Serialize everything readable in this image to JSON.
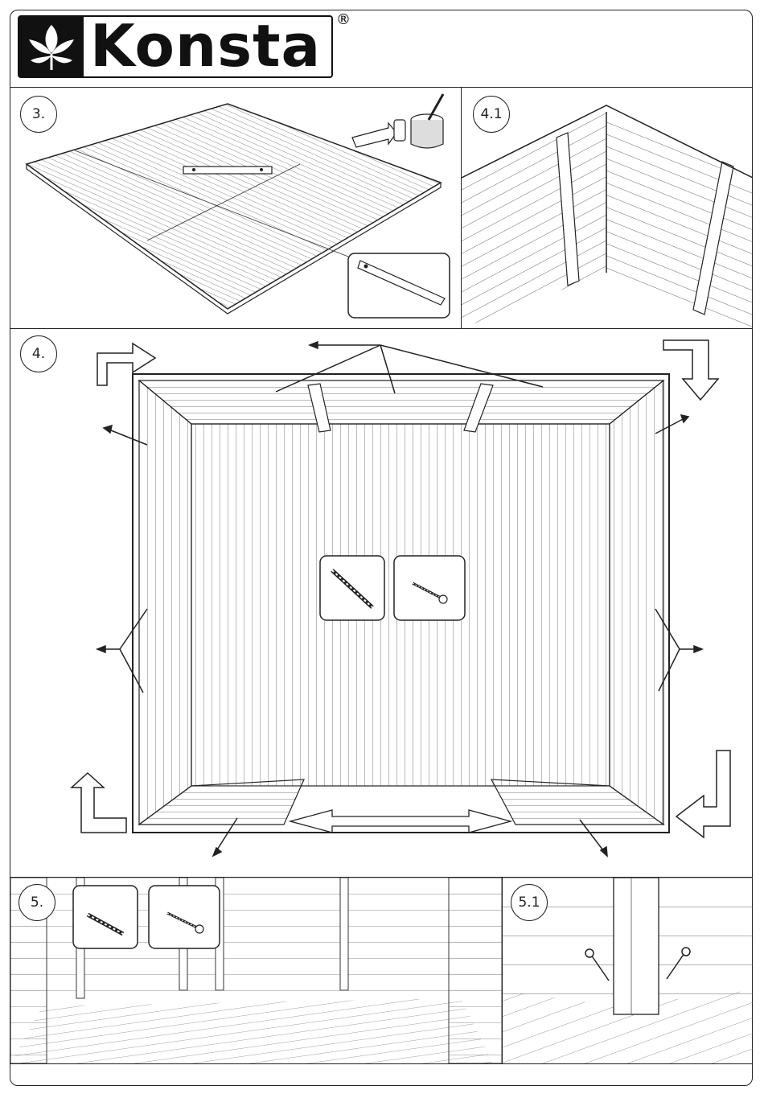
{
  "brand": {
    "name": "Konsta",
    "registered": "®"
  },
  "steps": {
    "s3": "3.",
    "s41": "4.1",
    "s4": "4.",
    "s5": "5.",
    "s51": "5.1"
  },
  "icons": {
    "logo": "leaf-logo-icon",
    "paint": "paint-can-brush-icon",
    "level": "spirit-level-icon",
    "drill": "drill-bit-icon",
    "screw": "screw-icon"
  },
  "colors": {
    "line": "#222222",
    "background": "#ffffff"
  }
}
